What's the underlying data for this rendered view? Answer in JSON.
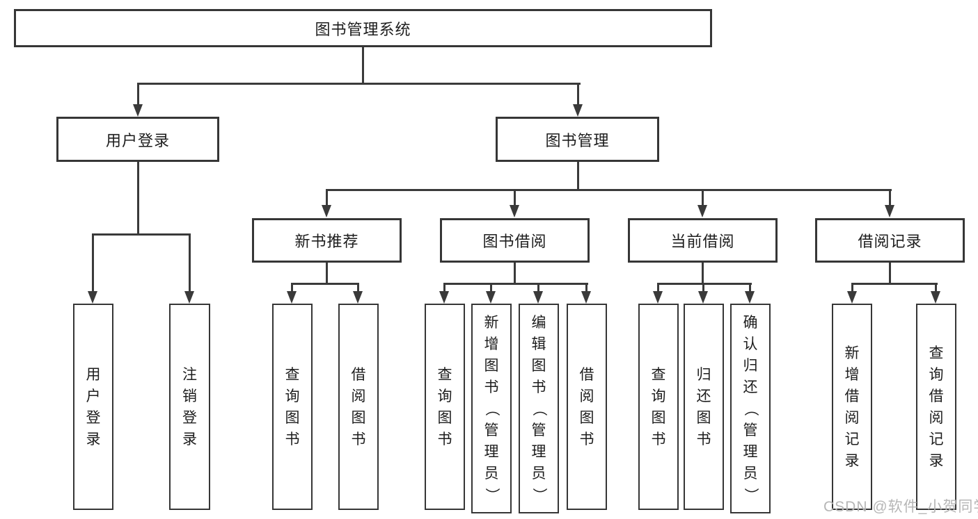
{
  "diagram": {
    "root": {
      "label": "图书管理系统"
    },
    "level2": [
      {
        "label": "用户登录"
      },
      {
        "label": "图书管理"
      }
    ],
    "level3": [
      {
        "label": "新书推荐"
      },
      {
        "label": "图书借阅"
      },
      {
        "label": "当前借阅"
      },
      {
        "label": "借阅记录"
      }
    ],
    "leaves": [
      "用户登录",
      "注销登录",
      "查询图书",
      "借阅图书",
      "查询图书",
      "新增图书（管理员）",
      "编辑图书（管理员）",
      "借阅图书",
      "查询图书",
      "归还图书",
      "确认归还（管理员）",
      "新增借阅记录",
      "查询借阅记录"
    ]
  },
  "watermark": {
    "text": "CSDN @软件_小贺同学"
  },
  "colors": {
    "line": "#3a3a3a",
    "border": "#363636",
    "text": "#1d1d1d",
    "watermark_text": "#b6b6b6",
    "background": "#ffffff"
  }
}
